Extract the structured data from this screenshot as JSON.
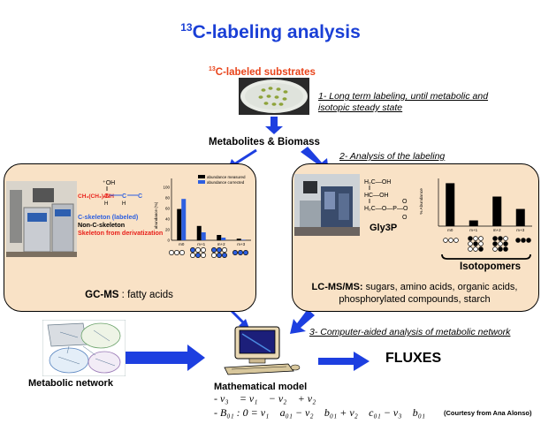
{
  "title_prefix": "13",
  "title_rest": "C-labeling analysis",
  "substrates": {
    "sup": "13",
    "label": "C-labeled substrates"
  },
  "step1": {
    "line1": "1- Long term labeling, until metabolic and",
    "line2": "isotopic steady state"
  },
  "metabolites_label": "Metabolites & Biomass",
  "step2": "2- Analysis of the labeling",
  "gcms": {
    "chem_formula": "CH₃(CH₂)ₙNH",
    "chem_oh": "⁺OH",
    "legend_skeleton_labeled": "C-skeleton (labeled)",
    "legend_non_skeleton": "Non-C-skeleton",
    "legend_derivatization": "Skeleton from derivatization",
    "caption_bold": "GC-MS",
    "caption_rest": " : fatty acids",
    "chart": {
      "legend_measured": "abundance measured",
      "legend_corrected": "abundance corrected",
      "ylabel": "abundance (%)",
      "yticks": [
        "100",
        "80",
        "60",
        "40",
        "20",
        "0"
      ],
      "categories": [
        "m0",
        "m+1",
        "m+2",
        "m+3"
      ]
    }
  },
  "lcms": {
    "molecule_label": "Gly3P",
    "ylabel": "% Abundance",
    "categories": [
      "m0",
      "m+1",
      "m+2",
      "m+3"
    ],
    "isotopomers_label": "Isotopomers",
    "caption_bold": "LC-MS/MS:",
    "caption_rest": " sugars, amino acids, organic acids,",
    "caption_line2": "phosphorylated compounds, starch"
  },
  "step3": "3- Computer-aided analysis of metabolic network",
  "network_label": "Metabolic network",
  "fluxes_label": "FLUXES",
  "model": {
    "title": "Mathematical model",
    "eq1": "v₃⃗ = v₁⃗ − v₂⃗ + v₂⃖",
    "eq2": "B₀₁ : 0 = v₁⃗ a₀₁ − v₂⃗ b₀₁ + v₂⃖ c₀₁ − v₃⃗ b₀₁"
  },
  "courtesy": "(Courtesy from Ana Alonso)",
  "colors": {
    "title_blue": "#1a3fd6",
    "substrate_red": "#e8431a",
    "arrow_blue": "#1d3fe0",
    "panel_fill": "#f9e2c6"
  },
  "chart_data": [
    {
      "type": "bar",
      "categories": [
        "m0",
        "m+1",
        "m+2",
        "m+3"
      ],
      "series": [
        {
          "name": "abundance measured",
          "values": [
            59,
            27,
            10,
            3
          ]
        },
        {
          "name": "abundance corrected",
          "values": [
            78,
            15,
            5,
            1
          ]
        }
      ],
      "ylabel": "abundance (%)",
      "ylim": [
        0,
        100
      ]
    },
    {
      "type": "bar",
      "categories": [
        "m0",
        "m+1",
        "m+2",
        "m+3"
      ],
      "values": [
        45,
        6,
        31,
        18
      ],
      "ylabel": "% Abundance",
      "ylim": [
        0,
        50
      ]
    }
  ]
}
